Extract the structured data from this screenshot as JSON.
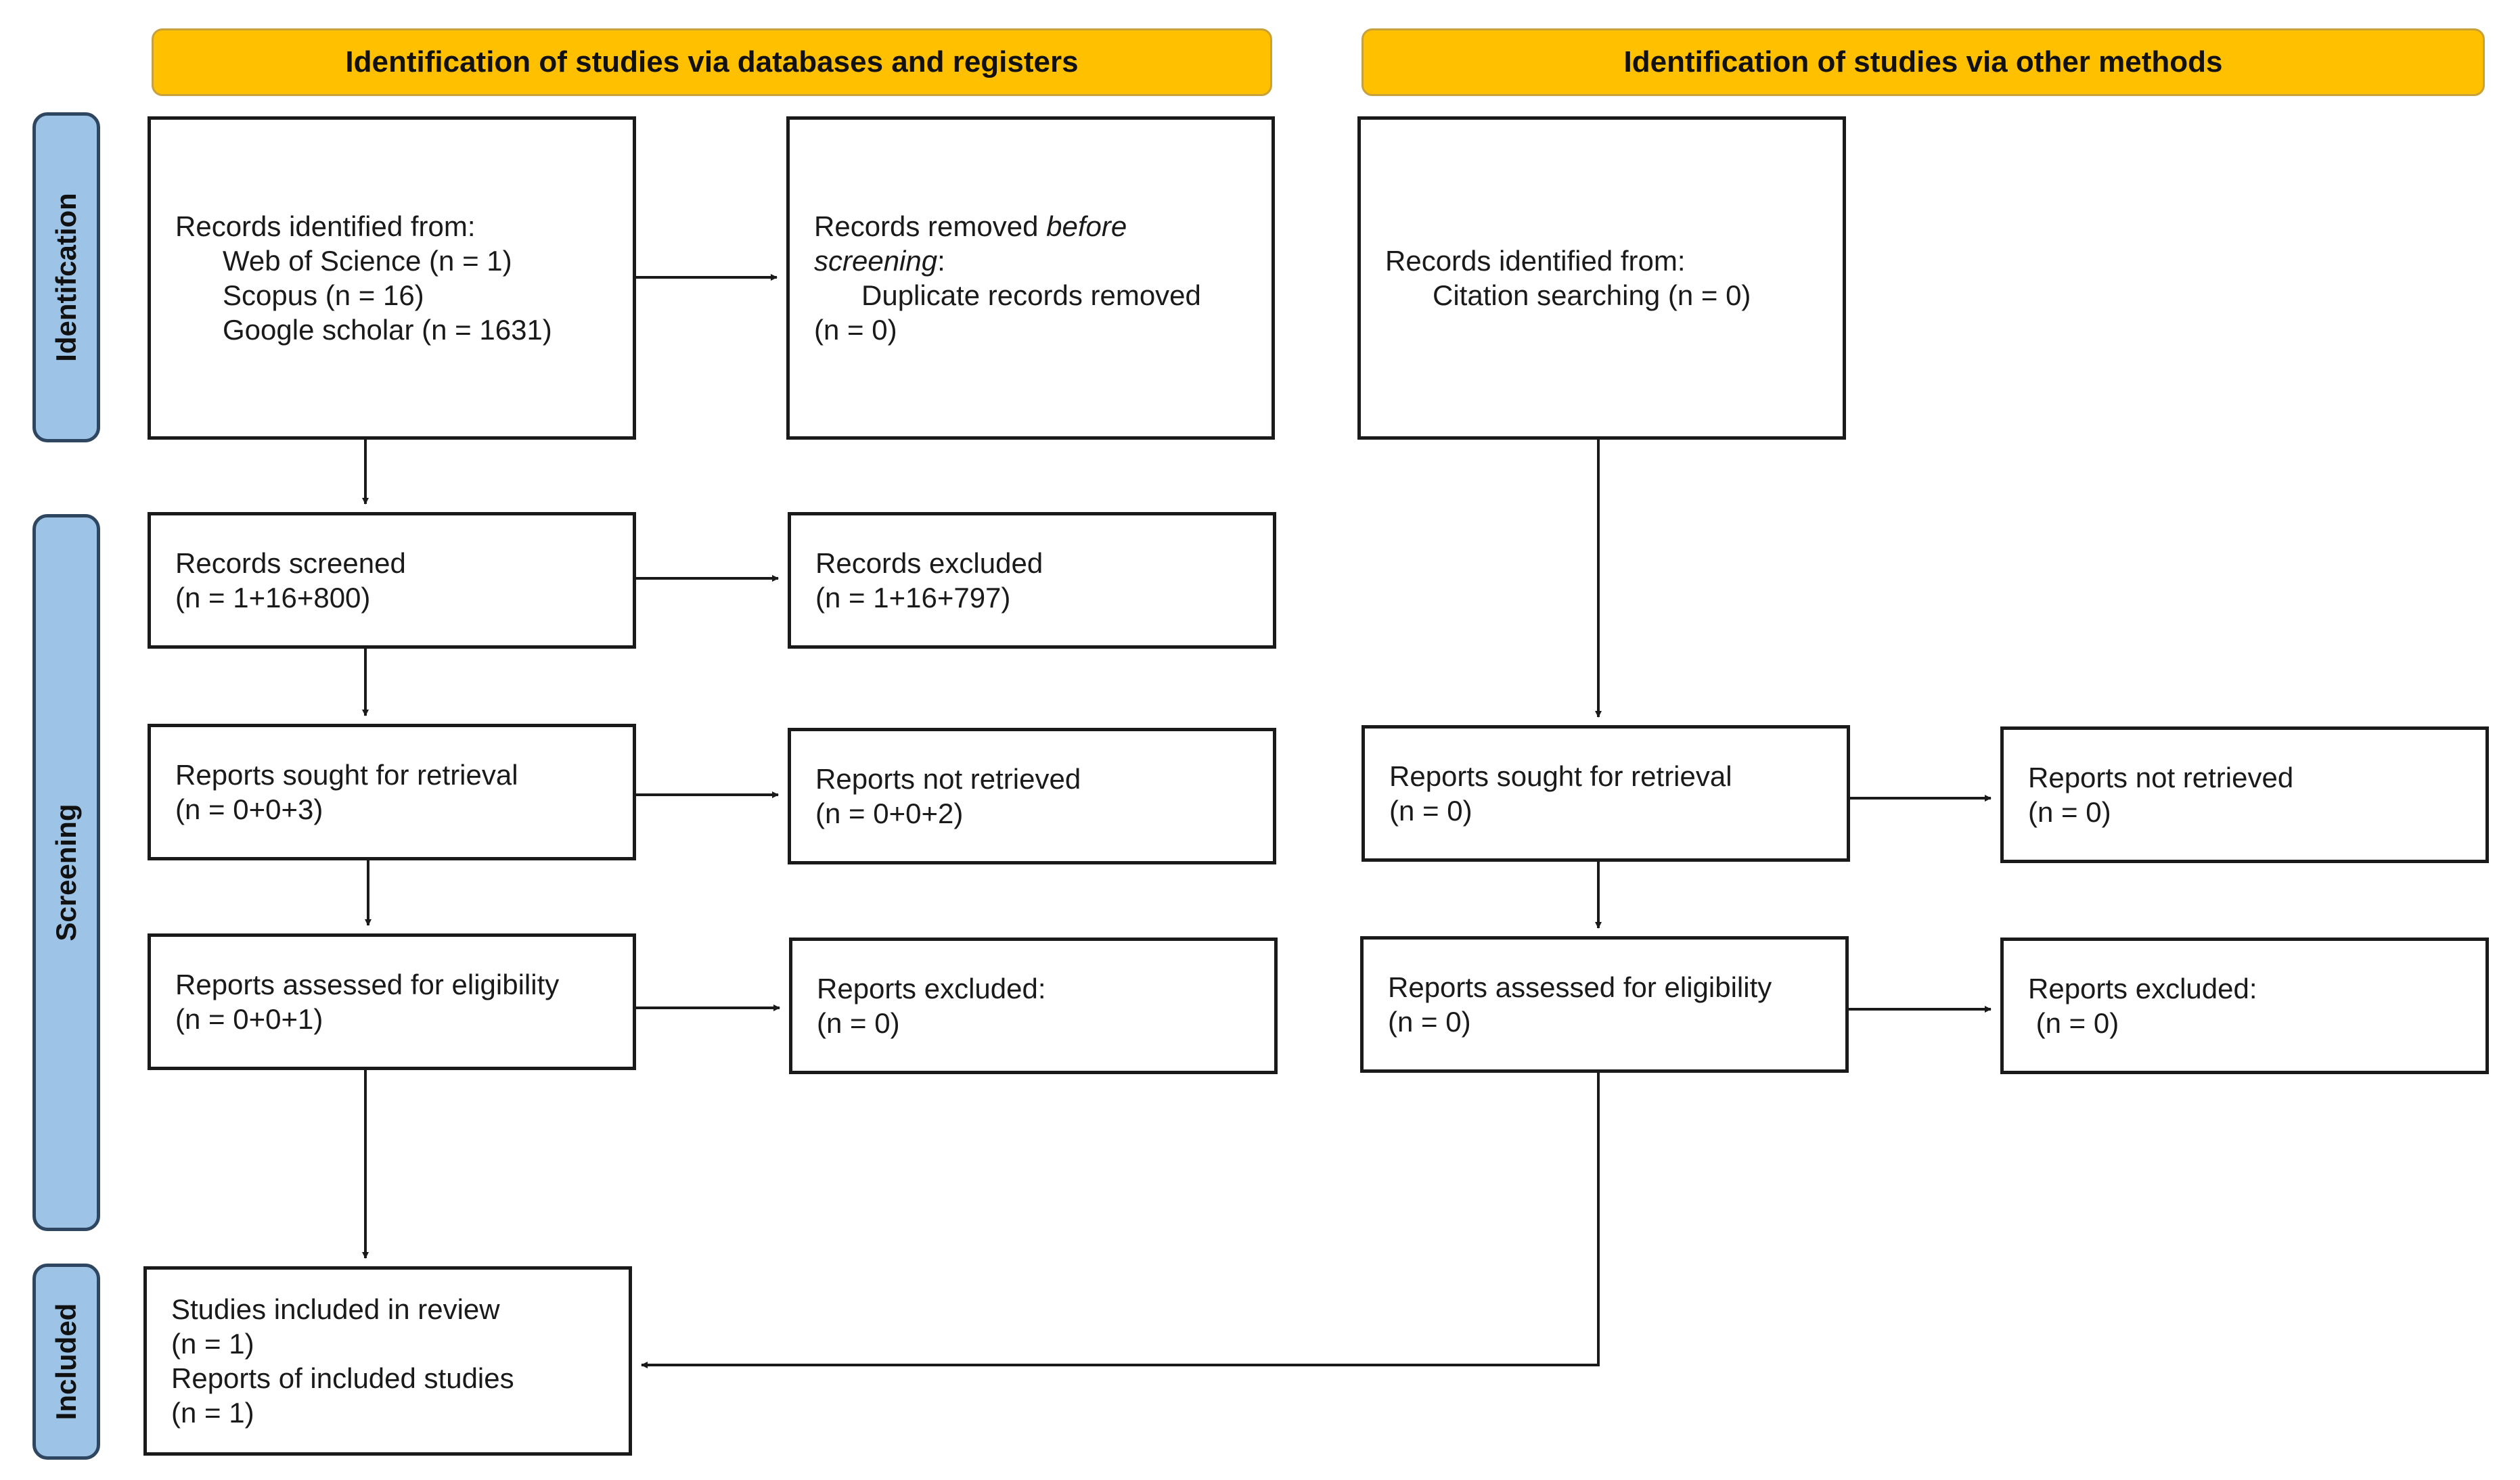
{
  "headers": {
    "databases": "Identification of studies via databases and registers",
    "other": "Identification of studies via other methods"
  },
  "phases": {
    "identification": "Identifcation",
    "screening": "Screening",
    "included": "Included"
  },
  "db": {
    "identified": {
      "title": "Records identified from:",
      "wos": "Web of Science (n = 1)",
      "scopus": "Scopus (n = 16)",
      "scholar": "Google scholar (n = 1631)"
    },
    "removed": {
      "prefix": "Records removed ",
      "italic_before": "before",
      "italic_screening": "screening",
      "colon": ":",
      "duplicates": "Duplicate records removed",
      "count": "(n = 0)"
    },
    "screened": {
      "title": "Records screened",
      "count": "(n = 1+16+800)"
    },
    "excluded": {
      "title": "Records excluded",
      "count": "(n = 1+16+797)"
    },
    "sought": {
      "title": "Reports sought for retrieval",
      "count": "(n = 0+0+3)"
    },
    "not_retrieved": {
      "title": "Reports not retrieved",
      "count": "(n = 0+0+2)"
    },
    "assessed": {
      "title": "Reports assessed for eligibility",
      "count": "(n = 0+0+1)"
    },
    "reports_excluded": {
      "title": "Reports excluded:",
      "count": "(n = 0)"
    }
  },
  "other": {
    "identified": {
      "title": "Records identified from:",
      "citation": "Citation searching (n = 0)"
    },
    "sought": {
      "title": "Reports sought for retrieval",
      "count": "(n = 0)"
    },
    "not_retrieved": {
      "title": "Reports not retrieved",
      "count": "(n = 0)"
    },
    "assessed": {
      "title": "Reports assessed for eligibility",
      "count": "(n = 0)"
    },
    "reports_excluded": {
      "title": "Reports excluded:",
      "count": " (n = 0)"
    }
  },
  "included": {
    "studies": "Studies included in review",
    "studies_count": "(n = 1)",
    "reports": "Reports of included studies",
    "reports_count": "(n = 1)"
  },
  "colors": {
    "header_fill": "#FFC000",
    "phase_fill": "#9DC3E6",
    "phase_border": "#2E4660",
    "box_border": "#1a1a1a"
  }
}
